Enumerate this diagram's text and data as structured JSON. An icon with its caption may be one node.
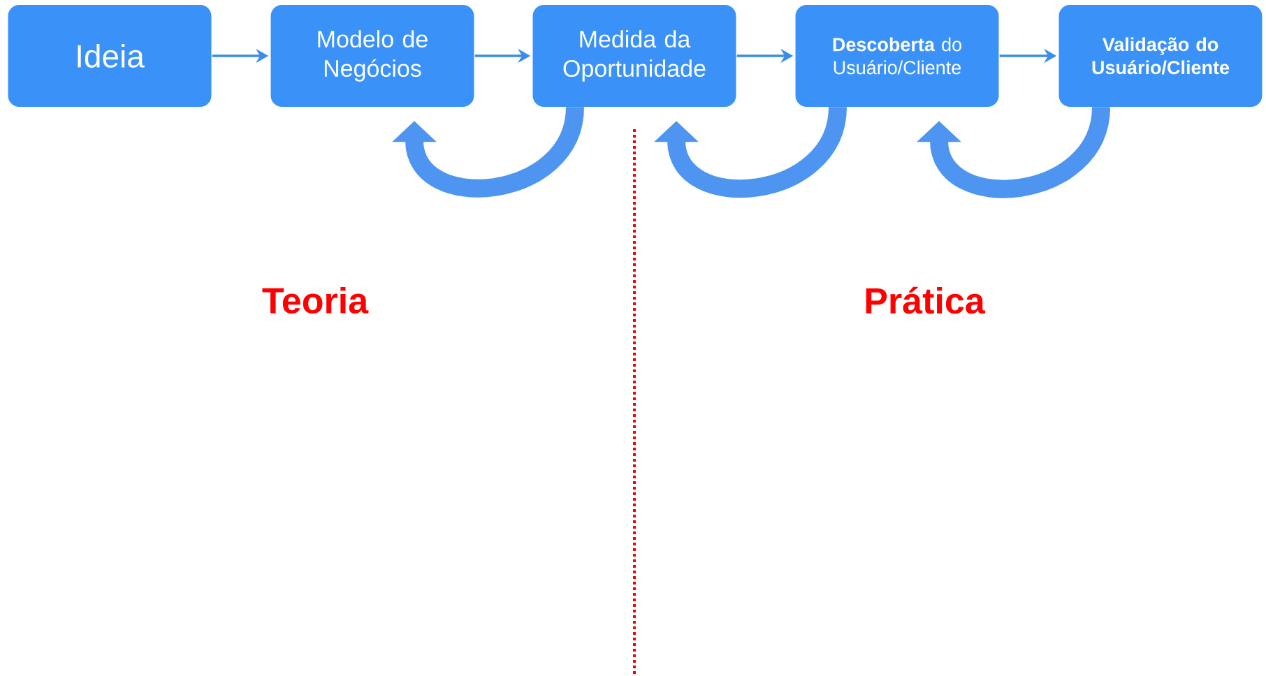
{
  "diagram": {
    "nodes": [
      {
        "text": [
          "Ideia"
        ]
      },
      {
        "text": [
          "Modelo de Negócios"
        ]
      },
      {
        "text": [
          "Medida da Oportunidade"
        ]
      },
      {
        "text": [
          "**Descoberta** do Usuário/Cliente"
        ]
      },
      {
        "text": [
          "Validação do Usuário/Cliente"
        ]
      }
    ],
    "edges": [
      {
        "from": 0,
        "to": 1,
        "arrow": "to"
      },
      {
        "from": 1,
        "to": 2,
        "arrow": "to"
      },
      {
        "from": 2,
        "to": 3,
        "arrow": "to"
      },
      {
        "from": 3,
        "to": 4,
        "arrow": "to"
      },
      {
        "from": 2,
        "to": 1,
        "arrow": "to",
        "style": "thick"
      },
      {
        "from": 3,
        "to": 2,
        "arrow": "to",
        "style": "thick"
      },
      {
        "from": 4,
        "to": 3,
        "arrow": "to",
        "style": "thick"
      }
    ],
    "labels": [
      "Teoria",
      "Prática"
    ]
  }
}
